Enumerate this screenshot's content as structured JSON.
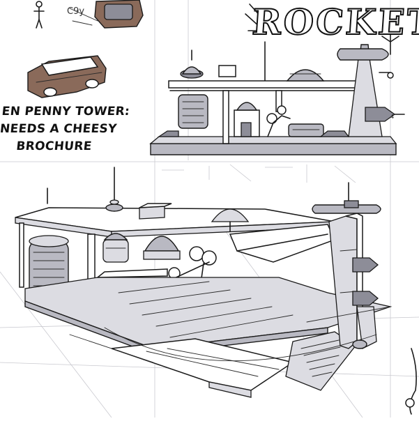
{
  "sketch": {
    "sign_word": "ROCKET",
    "note_lines": [
      "EN PENNY TOWER:",
      "NEEDS A CHEESY",
      "BROCHURE"
    ],
    "note_line_3_alt": "OCHURE",
    "corner_scrawl": "C9y"
  },
  "palette": {
    "paper": "#ffffff",
    "ink": "#1a1a1a",
    "marker_grey": "#b9b9c2",
    "marker_light": "#dcdce2",
    "marker_dark": "#8d8d98",
    "marker_brown": "#8a6a5a"
  }
}
